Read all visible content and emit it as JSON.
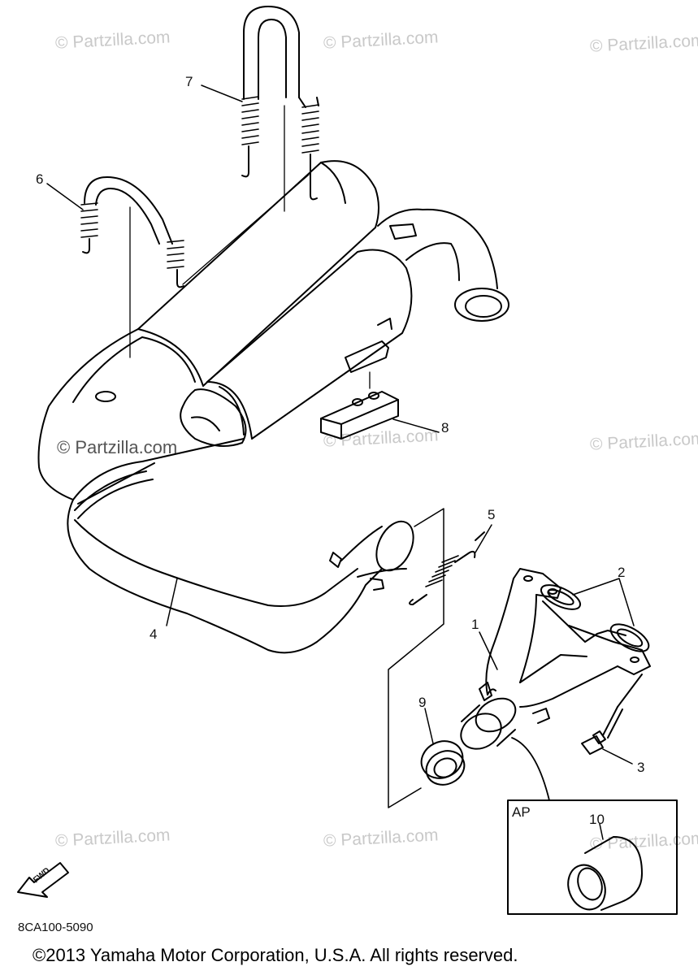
{
  "watermarks": [
    "© Partzilla.com",
    "© Partzilla.com",
    "© Partzilla.com",
    "© Partzilla.com",
    "© Partzilla.com",
    "© Partzilla.com",
    "© Partzilla.com",
    "© Partzilla.com",
    "© Partzilla.com"
  ],
  "callouts": {
    "c1": "1",
    "c2": "2",
    "c3": "3",
    "c4": "4",
    "c5": "5",
    "c6": "6",
    "c7": "7",
    "c8": "8",
    "c9": "9",
    "c10": "10"
  },
  "ap_label": "AP",
  "fwd_label": "FWD",
  "diagram_code": "8CA100-5090",
  "copyright": "©2013  Yamaha Motor Corporation, U.S.A. All rights reserved."
}
